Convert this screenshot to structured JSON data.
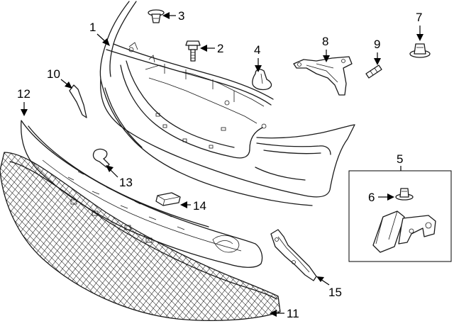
{
  "colors": {
    "line": "#1a1a1a",
    "text": "#000000",
    "background": "#ffffff"
  },
  "callouts": [
    {
      "id": "1",
      "label": "1"
    },
    {
      "id": "2",
      "label": "2"
    },
    {
      "id": "3",
      "label": "3"
    },
    {
      "id": "4",
      "label": "4"
    },
    {
      "id": "5",
      "label": "5"
    },
    {
      "id": "6",
      "label": "6"
    },
    {
      "id": "7",
      "label": "7"
    },
    {
      "id": "8",
      "label": "8"
    },
    {
      "id": "9",
      "label": "9"
    },
    {
      "id": "10",
      "label": "10"
    },
    {
      "id": "11",
      "label": "11"
    },
    {
      "id": "12",
      "label": "12"
    },
    {
      "id": "13",
      "label": "13"
    },
    {
      "id": "14",
      "label": "14"
    },
    {
      "id": "15",
      "label": "15"
    }
  ]
}
